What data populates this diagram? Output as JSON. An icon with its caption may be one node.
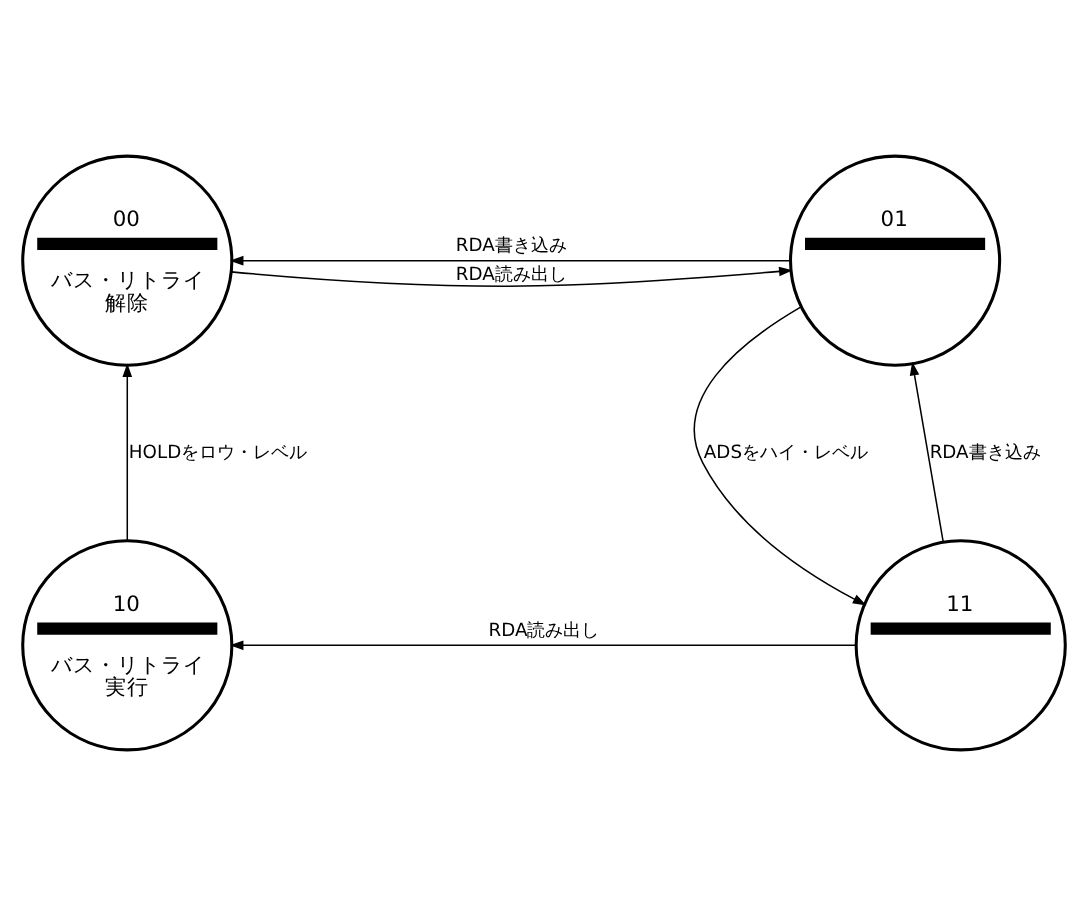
{
  "diagram": {
    "nodes": [
      {
        "text": [
          "00",
          "バス・リトライ解除"
        ]
      },
      {
        "text": [
          "01"
        ]
      },
      {
        "text": [
          "10",
          "バス・リトライ実行"
        ]
      },
      {
        "text": [
          "11"
        ]
      }
    ],
    "edges": [
      {
        "from": 1,
        "to": 0,
        "arrow": "to",
        "label": "RDA書き込み"
      },
      {
        "from": 0,
        "to": 1,
        "arrow": "to",
        "label": "RDA読み出し"
      },
      {
        "from": 3,
        "to": 1,
        "arrow": "to",
        "label": "RDA書き込み"
      },
      {
        "from": 1,
        "to": 3,
        "arrow": "to",
        "label": "ADSをハイ・レベル"
      },
      {
        "from": 3,
        "to": 2,
        "arrow": "to",
        "label": "RDA読み出し"
      },
      {
        "from": 2,
        "to": 0,
        "arrow": "to",
        "label": "HOLDをロウ・レベル"
      }
    ]
  }
}
